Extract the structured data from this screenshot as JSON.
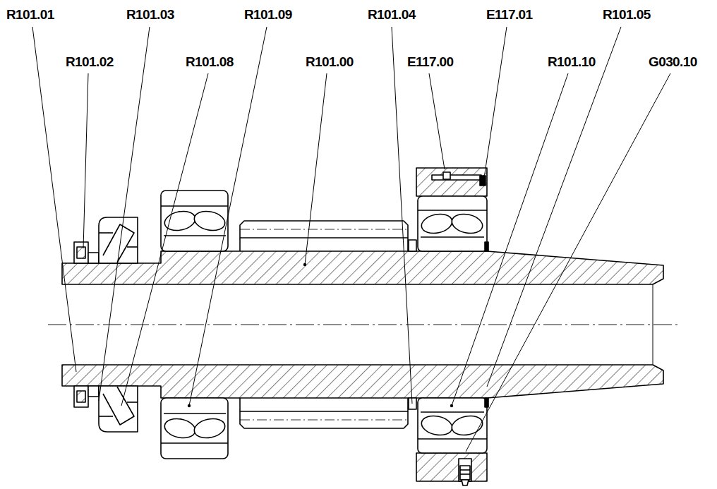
{
  "diagram": {
    "labels": [
      "R101.01",
      "R101.03",
      "R101.09",
      "R101.04",
      "E117.01",
      "R101.05",
      "R101.02",
      "R101.08",
      "R101.00",
      "E117.00",
      "R101.10",
      "G030.10"
    ]
  }
}
